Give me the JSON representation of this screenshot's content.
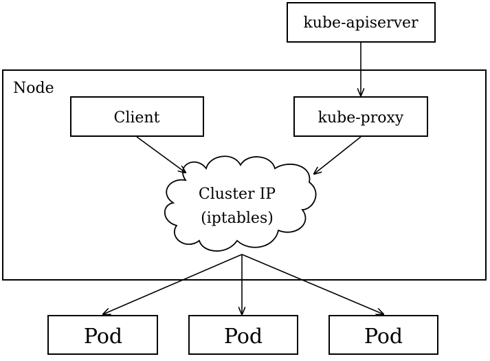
{
  "diagram": {
    "node_label": "Node",
    "apiserver_label": "kube-apiserver",
    "client_label": "Client",
    "proxy_label": "kube-proxy",
    "cluster_line1": "Cluster IP",
    "cluster_line2": "(iptables)",
    "pods": [
      "Pod",
      "Pod",
      "Pod"
    ]
  }
}
